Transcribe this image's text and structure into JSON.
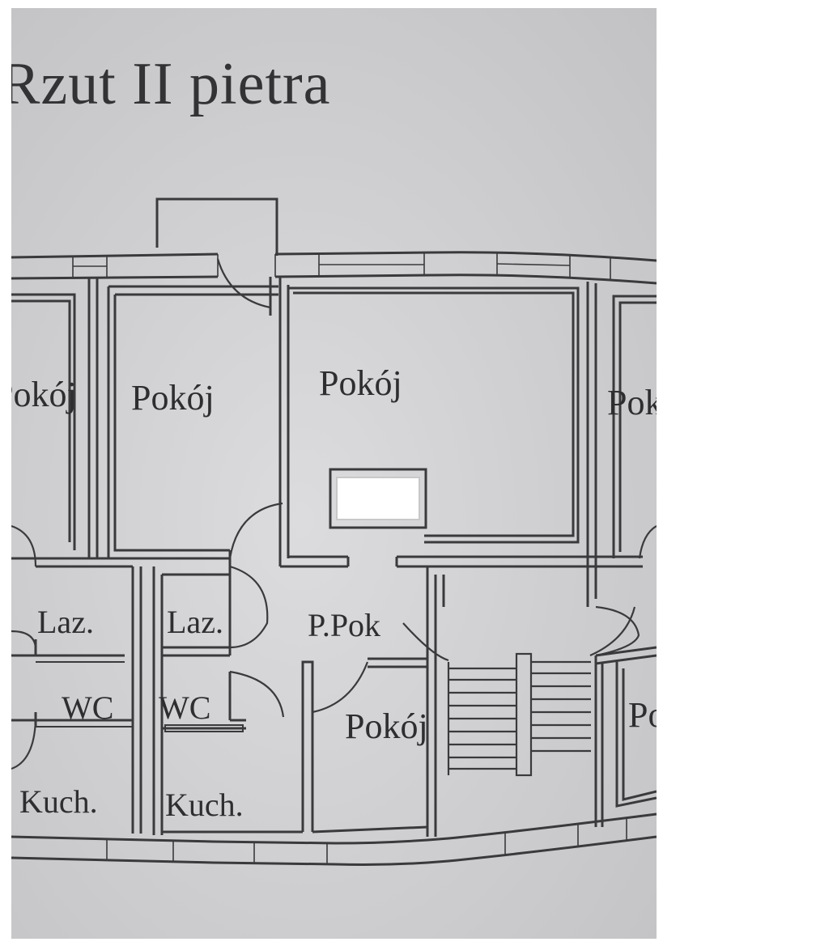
{
  "title": "Rzut II pietra",
  "rooms": [
    {
      "label": "Pokój"
    },
    {
      "label": "Pokój"
    },
    {
      "label": "Pokój"
    },
    {
      "label": "Pok"
    },
    {
      "label": "Laz."
    },
    {
      "label": "Laz."
    },
    {
      "label": "P.Pok"
    },
    {
      "label": "WC"
    },
    {
      "label": "WC"
    },
    {
      "label": "Pokój"
    },
    {
      "label": "Po"
    },
    {
      "label": "Kuch."
    },
    {
      "label": "Kuch."
    }
  ],
  "colors": {
    "paper": "#d0d0d2",
    "ink": "#3a3a3c"
  }
}
